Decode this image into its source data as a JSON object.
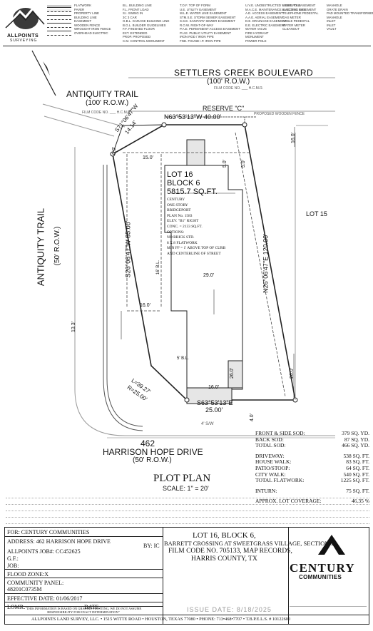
{
  "company": {
    "logo_text": "ALLPOINTS",
    "logo_sub": "SURVEYING",
    "footer": "ALLPOINTS LAND SURVEY, LLC. • 1515 WITTE ROAD • HOUSTON, TEXAS 77080 • PHONE: 713•468•7707 • T.B.P.E.L.S. # 10122600"
  },
  "legend": {
    "col1": [
      "FLATWORK",
      "PAVER",
      "PROPERTY LINE",
      "BUILDING LINE",
      "EASEMENT",
      "WOODEN FENCE",
      "WROUGHT IRON FENCE",
      "OVERHEAD ELECTRIC"
    ],
    "col2": [
      "B.L. BUILDING LINE",
      "F.L. FRONT LOAD",
      "S.I. SWING IN",
      "3C 3 CAR",
      "G.B.L. GARAGE BUILDING LINE",
      "B.G.L. BUILDER GUIDELINES",
      "F.F. FINISHED FLOOR",
      "EXT. EXTENDED",
      "PROP. PROPOSED",
      "C.M. CONTROL MONUMENT"
    ],
    "col3": [
      "T.O.F. TOP OF FORM",
      "U.E. UTILITY EASEMENT",
      "W.L.E. WATER LINE EASEMENT",
      "STM.S.E. STORM SEWER EASEMENT",
      "S.S.E. SANITARY SEWER EASEMENT",
      "R.O.W. RIGHT-OF-WAY",
      "P.A.E. PERMANENT ACCESS EASEMENT",
      "P.U.E. PUBLIC UTILITY EASEMENT",
      "IRON ROD / IRON PIPE",
      "FND. FOUND  I.P. IRON PIPE"
    ],
    "col4": [
      "U.V.E. UNOBSTRUCTED VISIBILITY EASEMENT",
      "M.A.C.E. MAINTENANCE & ACCESS EASEMENT",
      "A.E. ACCESS EASEMENT",
      "A.A.E. AERIAL EASEMENT",
      "D.E. DRAINAGE EASEMENT",
      "E.E. ELECTRIC EASEMENT",
      "WATER VALVE",
      "FIRE HYDRANT",
      "MONUMENT",
      "POWER POLE"
    ],
    "col5": [
      "LIGHT POLE",
      "ELECTRIC BOX",
      "TELEPHONE PEDESTAL",
      "GAS METER",
      "CABLE PEDESTAL",
      "WATER METER",
      "CLEANOUT"
    ],
    "col6": [
      "MANHOLE",
      "GRATE DRAIN",
      "PAD MOUNTED TRANSFORMER",
      "MANHOLE",
      "INLET",
      "INLET",
      "VAULT"
    ]
  },
  "plan": {
    "street_top": "SETTLERS CREEK BOULEVARD",
    "street_top_row": "(100' R.O.W.)",
    "street_top_film": "FILM CODE NO. ___ H.C.M.R.",
    "street_left_top": "ANTIQUITY TRAIL",
    "street_left_top_row": "(100' R.O.W.)",
    "street_left_top_film": "FILM CODE NO. ___ H.C.M.R.",
    "street_left": "ANTIQUITY TRAIL",
    "street_left_row": "(50' R.O.W.)",
    "street_bottom_num": "462",
    "street_bottom": "HARRISON HOPE DRIVE",
    "street_bottom_row": "(50' R.O.W.)",
    "reserve": "RESERVE \"C\"",
    "fence_label": "PROPOSED WOODEN FENCE",
    "lot_label": "LOT 16",
    "block_label": "BLOCK 6",
    "area_label": "5815.7 SQ.FT.",
    "house_details": [
      "CENTURY",
      "ONE STORY",
      "BRIDGEPORT",
      "PLAN No. 1583",
      "ELEV. \"B1\" RIGHT",
      "CONC. = 2133 SQ.FT.",
      "OPTIONS:",
      "NO BRICK STD.",
      "8 X 8 FLATWORK",
      "MIN FF = 1' ABOVE TOP OF CURB",
      "AND CENTERLINE OF STREET"
    ],
    "lot_15": "LOT 15",
    "bearing_top": "N63°53'13\"W  40.00'",
    "bearing_diag": "S71°06'47\"W",
    "bearing_diag_dist": "14.14'",
    "bearing_left": "S26°06'47\"W  85.00'",
    "bearing_right": "N26°06'47\"E  120.00'",
    "bearing_bottom": "S63°53'13\"E",
    "bearing_bottom_dist": "25.00'",
    "curve_l": "L=39.27'",
    "curve_r": "R=25.00'",
    "dim_6a": "6.0'",
    "dim_15": "15.0'",
    "dim_5a": "5.0'",
    "dim_5b": "5.0'",
    "dim_16a": "16.0'",
    "dim_29": "29.0'",
    "dim_16b": "16.0'",
    "dim_133": "13.3'",
    "dim_26a": "26.0'",
    "dim_26b": "26.0'",
    "dim_16c": "16.0'",
    "dim_4": "4.0'",
    "dim_16d": "16.0'",
    "bl_label": "16' B.L.",
    "bl_label2": "5' B.L.",
    "sidewalk": "4' S/W",
    "plot_title": "PLOT PLAN",
    "scale": "SCALE: 1\" = 20'"
  },
  "sod_table": {
    "rows1": [
      [
        "FRONT & SIDE SOD:",
        "379 SQ. YD."
      ],
      [
        "BACK SOD:",
        "87 SQ. YD."
      ],
      [
        "TOTAL SOD:",
        "466 SQ. YD."
      ]
    ],
    "rows2": [
      [
        "DRIVEWAY:",
        "538 SQ. FT."
      ],
      [
        "HOUSE WALK:",
        "83 SQ. FT."
      ],
      [
        "PATIO/STOOP:",
        "64 SQ. FT."
      ],
      [
        "CITY WALK:",
        "540 SQ. FT."
      ],
      [
        "TOTAL FLATWORK:",
        "1225 SQ. FT."
      ]
    ],
    "rows3": [
      [
        "INTURN:",
        "75 SQ. FT."
      ]
    ],
    "coverage": [
      "APPROX. LOT COVERAGE:",
      "46.35 %"
    ]
  },
  "info": {
    "for": "FOR: CENTURY COMMUNITIES",
    "address": "ADDRESS: 462 HARRISON HOPE DRIVE",
    "by": "BY: IC",
    "job": "ALLPOINTS JOB#: CC452625",
    "gf": "G.F.:",
    "job2": "JOB:",
    "flood": "FLOOD ZONE:X",
    "panel_label": "COMMUNITY PANEL:",
    "panel": "48201C0735M",
    "effective": "EFFECTIVE DATE: 01/06/2017",
    "lomr": "LOMR:",
    "date": "DATE:",
    "disclaimer": "\"THIS INFORMATION IS BASED ON GRAPHIC PLOTTING, WE DO NOT ASSUME RESPONSIBILITY FOR EXACT DETERMINATION\"",
    "lot_title": "LOT 16, BLOCK 6,",
    "subdivision": "BARRETT CROSSING AT SWEETGRASS VILLAGE, SECTION 1,",
    "film": "FILM CODE NO. 705133, MAP RECORDS,",
    "county": "HARRIS COUNTY, TX",
    "issue": "ISSUE DATE: 8/18/2025",
    "brand": "CENTURY",
    "brand_sub": "COMMUNITIES"
  },
  "colors": {
    "line": "#222222",
    "faint": "#888888",
    "fill": "#e8e8e8"
  }
}
